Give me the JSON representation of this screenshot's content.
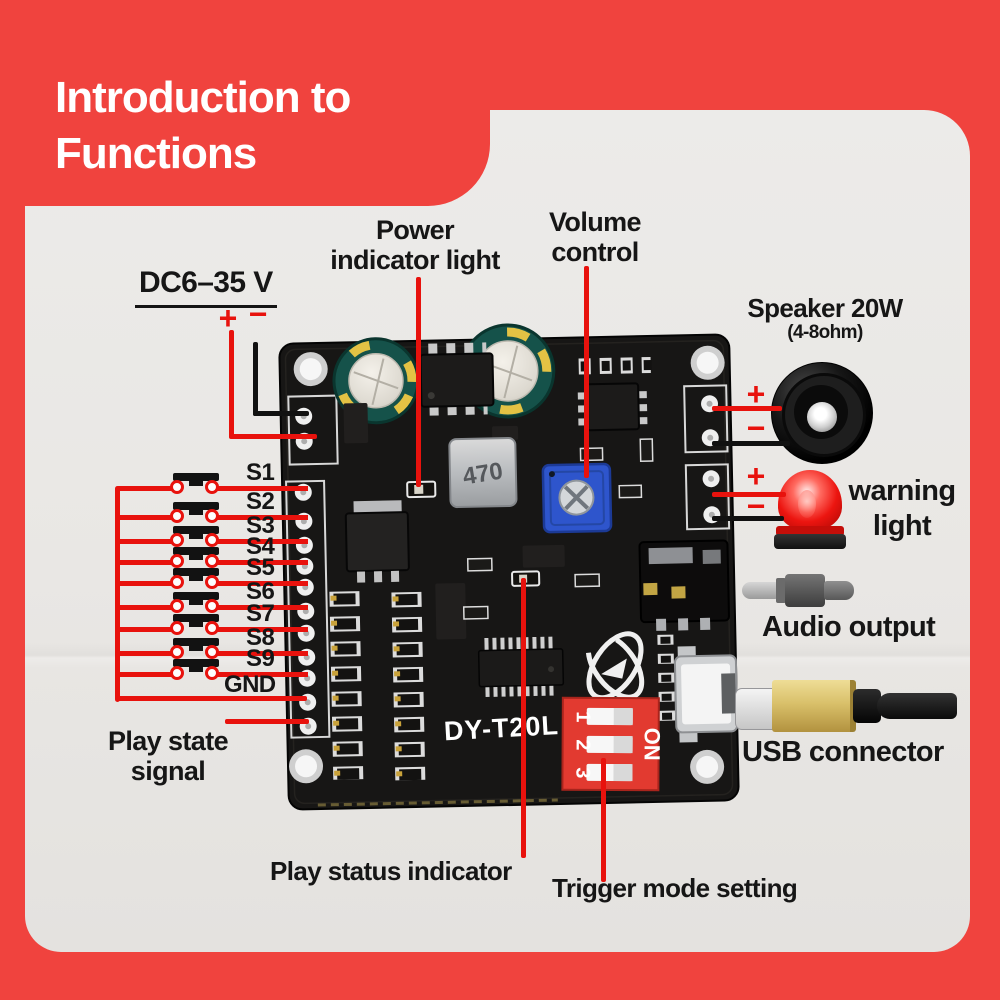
{
  "title": {
    "line1": "Introduction to",
    "line2": "Functions"
  },
  "annotations": {
    "dc_voltage": "DC6–35 V",
    "power_indicator_1": "Power",
    "power_indicator_2": "indicator light",
    "volume_1": "Volume",
    "volume_2": "control",
    "speaker": "Speaker 20W",
    "speaker_sub": "(4-8ohm)",
    "warning_1": "warning",
    "warning_2": "light",
    "audio_output": "Audio output",
    "usb_connector": "USB connector",
    "play_state_1": "Play state",
    "play_state_2": "signal",
    "play_status": "Play status indicator",
    "trigger_mode": "Trigger mode setting",
    "plus": "+",
    "minus": "−"
  },
  "switches": {
    "rows": [
      "S1",
      "S2",
      "S3",
      "S4",
      "S5",
      "S6",
      "S7",
      "S8",
      "S9"
    ],
    "gnd": "GND"
  },
  "board": {
    "model": "DY-T20L",
    "inductor_value": "470",
    "dip_on": "ON",
    "dip_1": "1",
    "dip_2": "2",
    "dip_3": "3"
  },
  "colors": {
    "frame_red": "#f0433e",
    "annotation_red": "#e8120d",
    "panel_gray": "#e9e7e4",
    "dip_red": "#e23a30",
    "pot_blue": "#2e55cc"
  }
}
